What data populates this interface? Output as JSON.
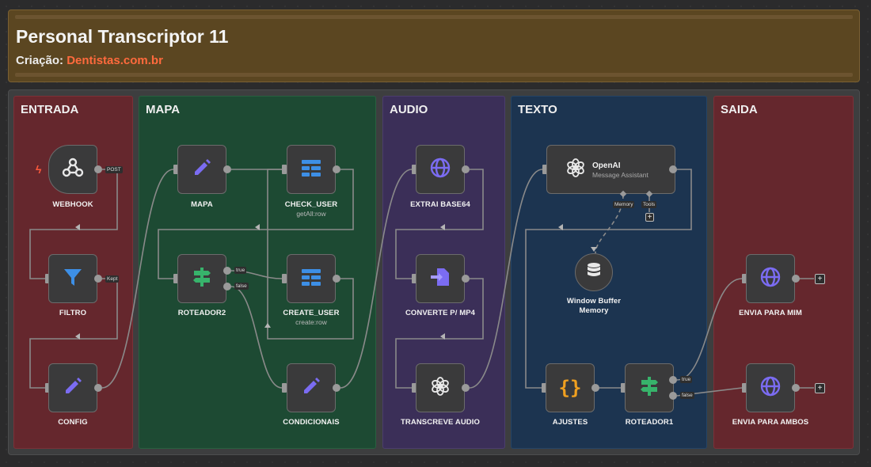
{
  "header": {
    "title": "Personal Transcriptor 11",
    "subtitle_label": "Criação:",
    "subtitle_brand": "Dentistas.com.br"
  },
  "groups": {
    "entrada": "ENTRADA",
    "mapa": "MAPA",
    "audio": "AUDIO",
    "texto": "TEXTO",
    "saida": "SAIDA"
  },
  "nodes": {
    "webhook": {
      "label": "WEBHOOK",
      "output": "POST"
    },
    "filtro": {
      "label": "FILTRO",
      "output": "Kept"
    },
    "config": {
      "label": "CONFIG"
    },
    "mapa": {
      "label": "MAPA"
    },
    "check_user": {
      "label": "CHECK_USER",
      "sub": "getAll:row"
    },
    "roteador2": {
      "label": "ROTEADOR2",
      "out_true": "true",
      "out_false": "false"
    },
    "create_user": {
      "label": "CREATE_USER",
      "sub": "create:row"
    },
    "condicionais": {
      "label": "CONDICIONAIS"
    },
    "extrai": {
      "label": "EXTRAI BASE64"
    },
    "converte": {
      "label": "CONVERTE P/ MP4"
    },
    "transcreve": {
      "label": "TRANSCREVE AUDIO"
    },
    "openai": {
      "title": "OpenAI",
      "sub": "Message Assistant",
      "memory": "Memory",
      "tools": "Tools"
    },
    "window_memory": {
      "label_line1": "Window Buffer",
      "label_line2": "Memory"
    },
    "ajustes": {
      "label": "AJUSTES"
    },
    "roteador1": {
      "label": "ROTEADOR1",
      "out_true": "true",
      "out_false": "false"
    },
    "envia_mim": {
      "label": "ENVIA PARA MIM"
    },
    "envia_ambos": {
      "label": "ENVIA PARA AMBOS"
    }
  },
  "symbols": {
    "plus": "+"
  },
  "colors": {
    "brand": "#ff6a3d",
    "entrada": "#65272d",
    "mapa": "#1d4a33",
    "audio": "#3b2f58",
    "texto": "#1c3450",
    "saida": "#65272d",
    "edit_icon": "#7b6cf2",
    "router_icon": "#37b36b",
    "table_icon": "#3d8fe6",
    "globe_icon": "#7b6cf2",
    "code_icon": "#f0a020"
  },
  "icons": [
    "webhook-icon",
    "funnel-icon",
    "pencil-icon",
    "table-icon",
    "router-icon",
    "globe-icon",
    "file-convert-icon",
    "openai-icon",
    "database-icon",
    "braces-icon",
    "plus-icon",
    "lightning-icon"
  ]
}
